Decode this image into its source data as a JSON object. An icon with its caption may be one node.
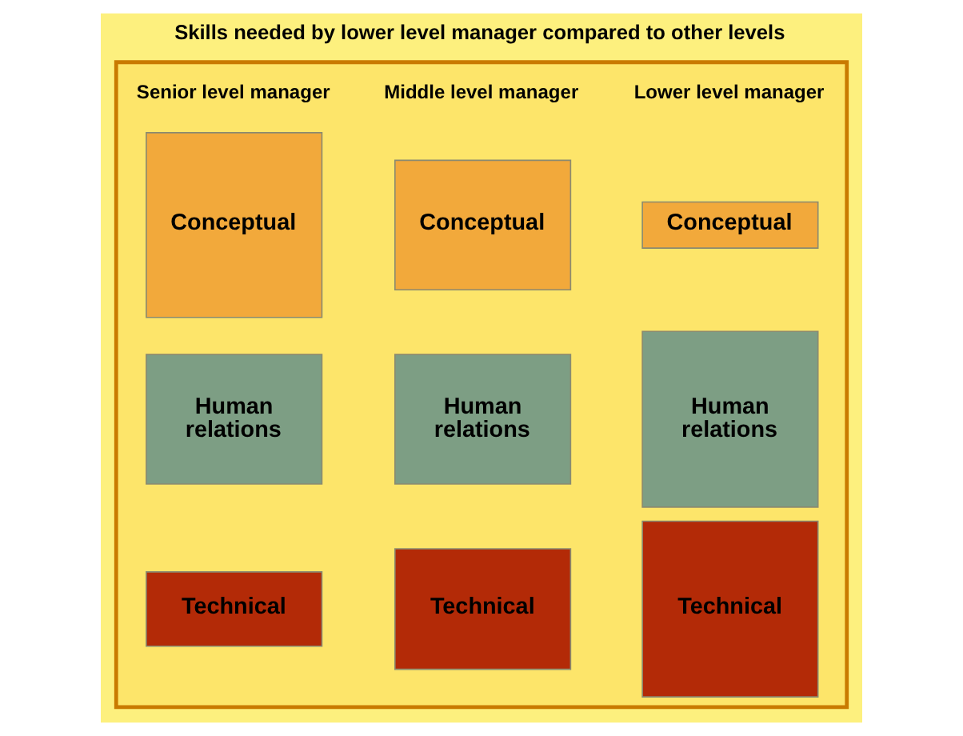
{
  "diagram": {
    "title": "Skills needed by lower level manager compared to other levels",
    "nodes": [
      {
        "text": [],
        "shape": "box"
      },
      {
        "text": [
          "Conceptual"
        ],
        "in": 0
      },
      {
        "text": [
          "Human relations"
        ],
        "in": 0
      },
      {
        "text": [
          "Technical"
        ],
        "in": 0
      },
      {
        "text": [
          "Conceptual"
        ],
        "in": 0
      },
      {
        "text": [
          "Human relations"
        ],
        "in": 0
      },
      {
        "text": [
          "Technical"
        ],
        "in": 0
      },
      {
        "text": [
          "Conceptual"
        ],
        "in": 0
      },
      {
        "text": [
          "Human relations"
        ],
        "in": 0
      },
      {
        "text": [
          "Technical"
        ],
        "in": 0
      }
    ],
    "labels": [
      "Senior level manager",
      "Middle level manager",
      "Lower level manager"
    ]
  }
}
